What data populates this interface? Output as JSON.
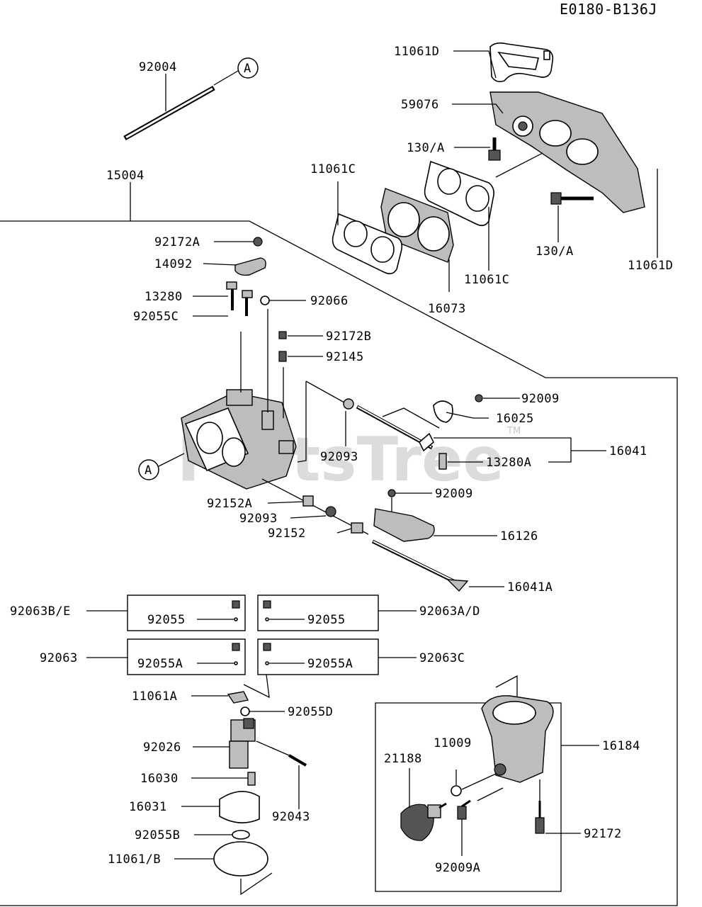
{
  "diagram": {
    "code": "E0180-B136J",
    "watermark": "PartsTree",
    "watermark_tm": "TM",
    "callouts": {
      "a_top": "A",
      "a_body": "A"
    },
    "labels": {
      "p92004": "92004",
      "p15004": "15004",
      "p11061D_top": "11061D",
      "p59076": "59076",
      "p130A_left": "130/A",
      "p11061C_left": "11061C",
      "p130A_right": "130/A",
      "p11061C_right": "11061C",
      "p16073": "16073",
      "p11061D_right": "11061D",
      "p92172A": "92172A",
      "p14092": "14092",
      "p13280": "13280",
      "p92055C": "92055C",
      "p92066": "92066",
      "p92172B": "92172B",
      "p92145": "92145",
      "p92009_top": "92009",
      "p16025": "16025",
      "p16041": "16041",
      "p92093_right": "92093",
      "p13280A": "13280A",
      "p92009_mid": "92009",
      "p92152A": "92152A",
      "p92093_left": "92093",
      "p92152": "92152",
      "p16126": "16126",
      "p16041A": "16041A",
      "p92063BE": "92063B/E",
      "p92055_l": "92055",
      "p92055_r": "92055",
      "p92063AD": "92063A/D",
      "p92063": "92063",
      "p92055A_l": "92055A",
      "p92055A_r": "92055A",
      "p92063C": "92063C",
      "p11061A": "11061A",
      "p92055D": "92055D",
      "p92026": "92026",
      "p16030": "16030",
      "p92043": "92043",
      "p16031": "16031",
      "p92055B": "92055B",
      "p11061B": "11061/B",
      "p16184": "16184",
      "p11009": "11009",
      "p21188": "21188",
      "p92172": "92172",
      "p92009A": "92009A"
    }
  }
}
